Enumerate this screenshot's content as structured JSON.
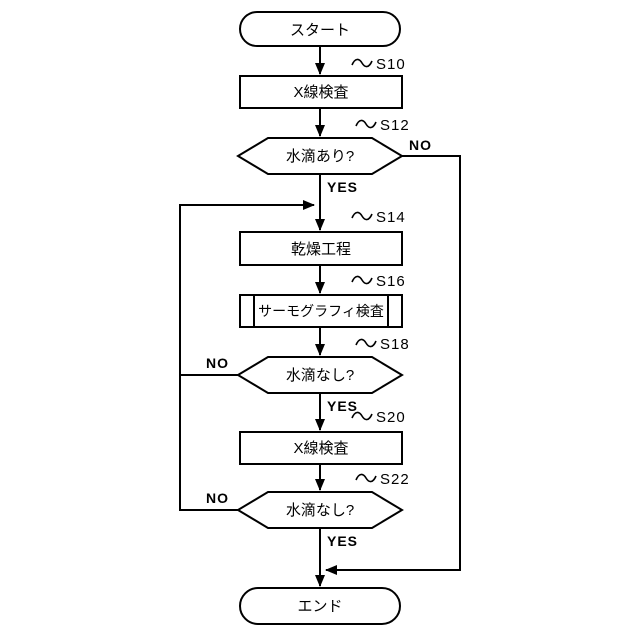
{
  "flow": {
    "start_label": "スタート",
    "end_label": "エンド",
    "steps": {
      "s10": {
        "ref": "S10",
        "label": "X線検査"
      },
      "s12": {
        "ref": "S12",
        "label": "水滴あり?"
      },
      "s14": {
        "ref": "S14",
        "label": "乾燥工程"
      },
      "s16": {
        "ref": "S16",
        "label": "サーモグラフィ検査"
      },
      "s18": {
        "ref": "S18",
        "label": "水滴なし?"
      },
      "s20": {
        "ref": "S20",
        "label": "X線検査"
      },
      "s22": {
        "ref": "S22",
        "label": "水滴なし?"
      }
    },
    "branches": {
      "yes": "YES",
      "no": "NO"
    },
    "colors": {
      "line": "#000000",
      "background": "#ffffff"
    }
  }
}
